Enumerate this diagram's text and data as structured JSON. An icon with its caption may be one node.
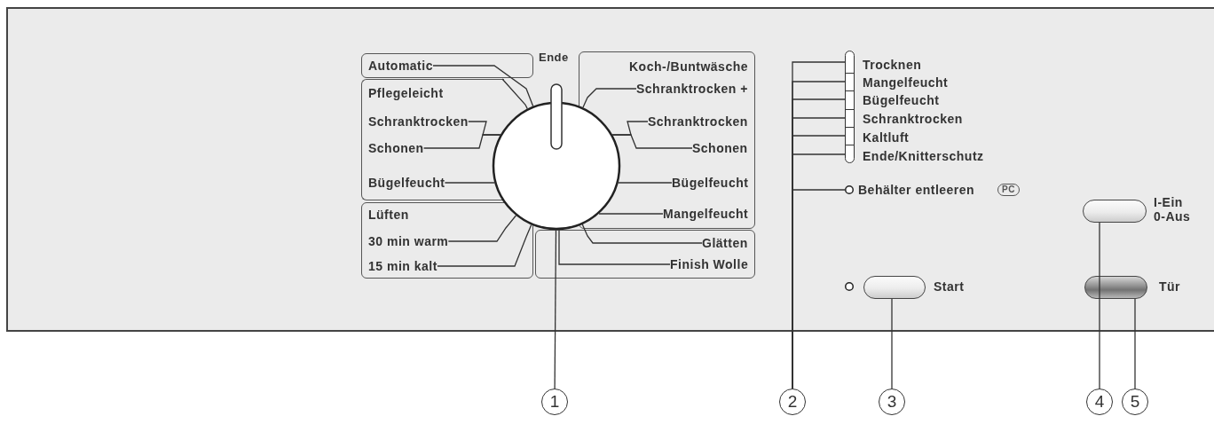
{
  "diagram": {
    "nodes": [
      {
        "text": [],
        "shape": "box"
      },
      {
        "text": [],
        "shape": "box",
        "in": 0
      },
      {
        "text": [
          "Automatic"
        ],
        "in": 1
      },
      {
        "text": [
          "Pflegeleicht"
        ],
        "in": 0
      },
      {
        "text": [
          "Schranktrocken"
        ],
        "in": 3
      },
      {
        "text": [
          "Schonen"
        ],
        "in": 3
      },
      {
        "text": [
          "Bügelfeucht"
        ],
        "in": 3
      },
      {
        "text": [
          "Lüften"
        ],
        "in": 0
      },
      {
        "text": [
          "30 min warm"
        ],
        "in": 7
      },
      {
        "text": [
          "15 min kalt"
        ],
        "in": 7
      },
      {
        "text": [],
        "shape": "circle",
        "in": 0
      },
      {
        "text": [
          "Koch-/Buntwäsche"
        ],
        "in": 0
      },
      {
        "text": [
          "Schranktrocken +"
        ],
        "in": 11
      },
      {
        "text": [
          "Schranktrocken"
        ],
        "in": 11
      },
      {
        "text": [
          "Schonen"
        ],
        "in": 11
      },
      {
        "text": [
          "Bügelfeucht"
        ],
        "in": 11
      },
      {
        "text": [
          "Mangelfeucht"
        ],
        "in": 11
      },
      {
        "text": [],
        "shape": "box",
        "in": 0
      },
      {
        "text": [
          "Glätten"
        ],
        "in": 17
      },
      {
        "text": [
          "Finish Wolle"
        ],
        "in": 17
      },
      {
        "text": [],
        "shape": "bar",
        "beside": [
          "Trocknen"
        ],
        "in": 0
      },
      {
        "text": [],
        "shape": "bar",
        "beside": [
          "Mangelfeucht"
        ],
        "in": 0
      },
      {
        "text": [],
        "shape": "bar",
        "beside": [
          "Bügelfeucht"
        ],
        "in": 0
      },
      {
        "text": [],
        "shape": "bar",
        "beside": [
          "Schranktrocken"
        ],
        "in": 0
      },
      {
        "text": [],
        "shape": "bar",
        "beside": [
          "Kaltluft"
        ],
        "in": 0
      },
      {
        "text": [],
        "shape": "bar",
        "beside": [
          "Ende/Knitterschutz"
        ],
        "in": 0
      },
      {
        "text": [],
        "shape": "circle",
        "beside": [
          "Behälter entleeren",
          "PC"
        ],
        "in": 0
      },
      {
        "text": [],
        "shape": "button",
        "beside": [
          "Start"
        ],
        "in": 0
      },
      {
        "text": [],
        "shape": "button",
        "beside": [
          "I-Ein",
          "0-Aus"
        ],
        "in": 0
      },
      {
        "text": [],
        "shape": "button",
        "beside": [
          "Tür"
        ],
        "in": 0
      },
      {
        "text": [
          "1"
        ]
      },
      {
        "text": [
          "2"
        ]
      },
      {
        "text": [
          "3"
        ]
      },
      {
        "text": [
          "4"
        ]
      },
      {
        "text": [
          "5"
        ]
      }
    ],
    "edges": [
      {
        "from": 2,
        "to": 10,
        "arrow": "none"
      },
      {
        "from": 3,
        "to": 10,
        "arrow": "none"
      },
      {
        "from": 4,
        "to": 10,
        "arrow": "none"
      },
      {
        "from": 5,
        "to": 10,
        "arrow": "none"
      },
      {
        "from": 6,
        "to": 10,
        "arrow": "none"
      },
      {
        "from": 8,
        "to": 10,
        "arrow": "none"
      },
      {
        "from": 9,
        "to": 10,
        "arrow": "none"
      },
      {
        "from": 12,
        "to": 10,
        "arrow": "none"
      },
      {
        "from": 13,
        "to": 10,
        "arrow": "none"
      },
      {
        "from": 14,
        "to": 10,
        "arrow": "none"
      },
      {
        "from": 15,
        "to": 10,
        "arrow": "none"
      },
      {
        "from": 16,
        "to": 10,
        "arrow": "none"
      },
      {
        "from": 18,
        "to": 10,
        "arrow": "none"
      },
      {
        "from": 19,
        "to": 10,
        "arrow": "none"
      },
      {
        "from": 30,
        "to": 10,
        "arrow": "none"
      },
      {
        "from": 31,
        "to": 20,
        "arrow": "none"
      },
      {
        "from": 31,
        "to": 21,
        "arrow": "none"
      },
      {
        "from": 31,
        "to": 22,
        "arrow": "none"
      },
      {
        "from": 31,
        "to": 23,
        "arrow": "none"
      },
      {
        "from": 31,
        "to": 24,
        "arrow": "none"
      },
      {
        "from": 31,
        "to": 25,
        "arrow": "none"
      },
      {
        "from": 31,
        "to": 26,
        "arrow": "none"
      },
      {
        "from": 32,
        "to": 27,
        "arrow": "none"
      },
      {
        "from": 33,
        "to": 28,
        "arrow": "none"
      },
      {
        "from": 34,
        "to": 29,
        "arrow": "none"
      }
    ],
    "labels": [
      "Ende"
    ]
  }
}
